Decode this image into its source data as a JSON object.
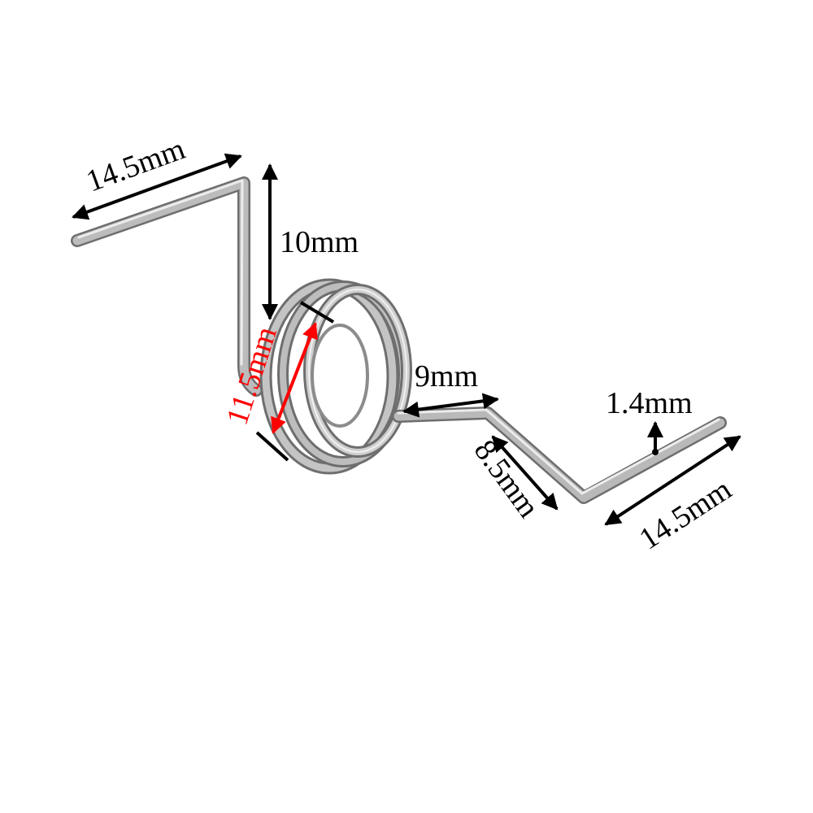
{
  "colors": {
    "background": "#ffffff",
    "dimension_line": "#000000",
    "coil_dimension": "#ff0000",
    "wire_dark": "#6e6e6e",
    "wire_mid": "#a8a8a8",
    "wire_light": "#e6e6e6"
  },
  "dimensions": {
    "left_leg_length": "14.5mm",
    "vertical_height": "10mm",
    "coil_diameter": "11.5mm",
    "straight_length": "9mm",
    "diagonal_length": "8.5mm",
    "wire_diameter": "1.4mm",
    "right_leg_length": "14.5mm"
  }
}
